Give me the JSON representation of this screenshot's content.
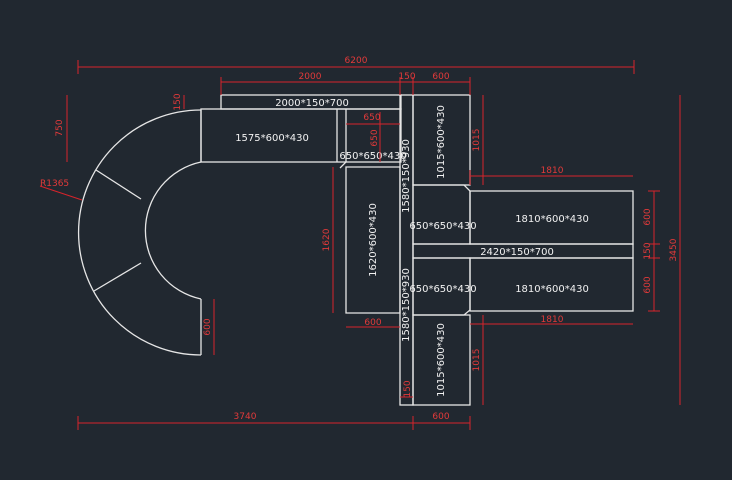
{
  "colors": {
    "background": "#212830",
    "outline": "#e6e6e6",
    "dimension": "#d8242b",
    "dimension_text": "#e23a3a",
    "label_text": "#f2f2f2"
  },
  "labels": {
    "top_bar": "2000*150*700",
    "top_seg": "1575*600*430",
    "corner_top": "650*650*430",
    "col_right_top": "1015*600*430",
    "col_right_bottom": "1015*600*430",
    "col_left": "1620*600*430",
    "divider_top": "1580*150*930",
    "divider_bottom": "1580*150*930",
    "corner_mid_top": "650*650*430",
    "corner_mid_bottom": "650*650*430",
    "wing_top": "1810*600*430",
    "wing_bottom": "1810*600*430",
    "wing_divider": "2420*150*700"
  },
  "dims": {
    "total_width": "6200",
    "top_2000": "2000",
    "top_150": "150",
    "top_600": "600",
    "left_750": "750",
    "left_150": "150",
    "radius": "R1365",
    "inner_650": "650",
    "inner_650_v": "650",
    "right_1015_top": "1015",
    "wing_1810_top": "1810",
    "wing_600_a": "600",
    "wing_150": "150",
    "wing_600_b": "600",
    "total_height": "3450",
    "col_1620": "1620",
    "foot_600": "600",
    "bottom_600_mid": "600",
    "wing_1810_bottom": "1810",
    "right_1015_bottom": "1015",
    "bottom_150": "150",
    "total_3740": "3740",
    "bottom_600": "600"
  }
}
